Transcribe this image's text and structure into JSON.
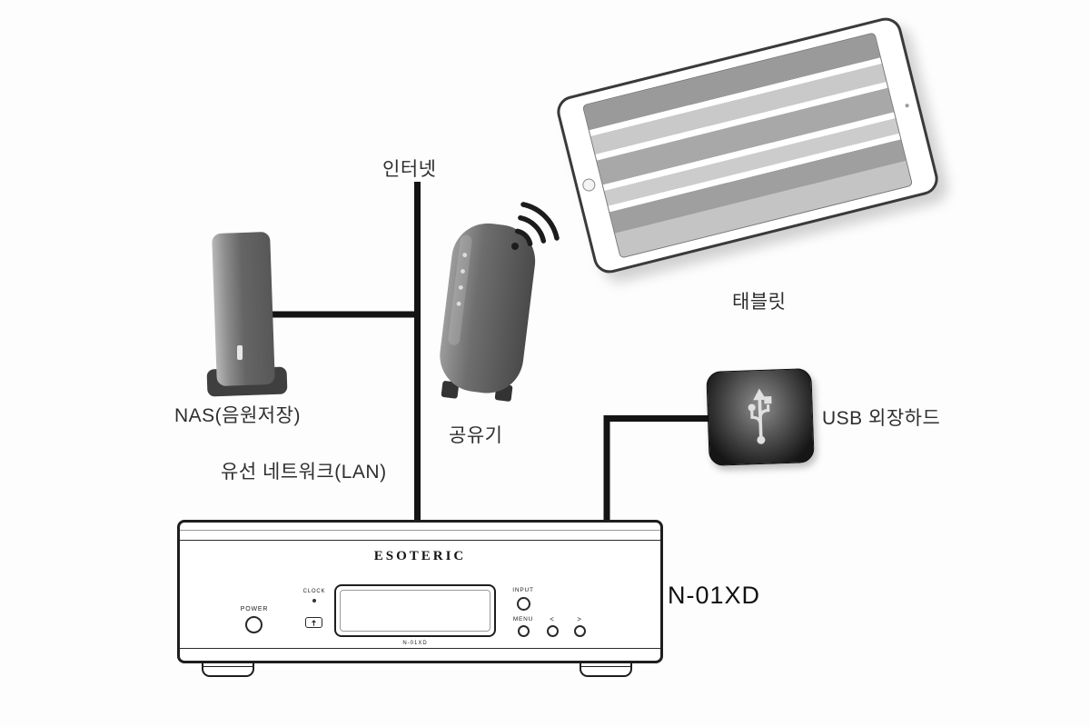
{
  "labels": {
    "internet": "인터넷",
    "nas": "NAS(음원저장)",
    "router": "공유기",
    "tablet": "태블릿",
    "usb_hdd": "USB 외장하드",
    "lan": "유선 네트워크(LAN)",
    "model": "N-01XD"
  },
  "device_panel": {
    "brand": "ESOTERIC",
    "model": "N-01XD",
    "controls": {
      "power": "POWER",
      "clock": "CLOCK",
      "input": "INPUT",
      "menu": "MENU",
      "prev": "<",
      "next": ">"
    }
  },
  "colors": {
    "background": "#fdfdfd",
    "connection_line": "#141414",
    "label_text": "#2e2e2e",
    "device_outline": "#1e1e1e",
    "router_body": "#6e6e6e",
    "nas_body": "#656565",
    "hdd_body": "#1c1c1c",
    "tablet_screen_stripe": "#a8a8a8"
  }
}
